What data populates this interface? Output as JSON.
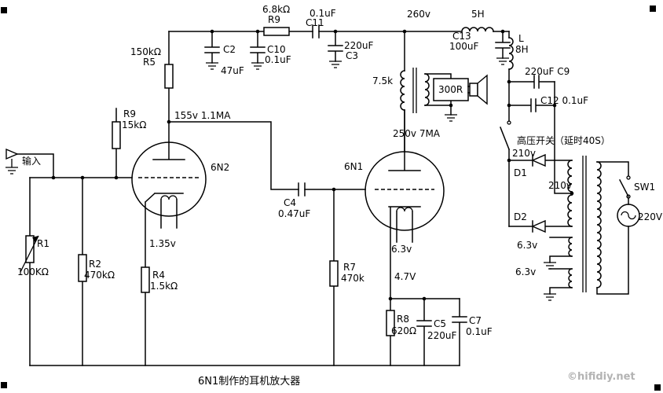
{
  "title": "6N1制作的耳机放大器",
  "watermark": "©hifidiy.net",
  "colors": {
    "wire": "#000000",
    "background": "#ffffff",
    "watermark": "#b3b3b3"
  },
  "labels": {
    "input": "输入",
    "r9a_value": "6.8kΩ",
    "r9a_name": "R9",
    "c11_value": "0.1uF",
    "c11_name": "C11",
    "v260": "260v",
    "l5h": "5H",
    "r5_value": "150kΩ",
    "r5_name": "R5",
    "c2_name": "C2",
    "c2_value": "47uF",
    "c10_name": "C10",
    "c10_value": "0.1uF",
    "c3_value": "220uF",
    "c3_name": "C3",
    "c13_name": "C13",
    "c13_value": "100uF",
    "l8h_name": "L",
    "l8h_value": "8H",
    "c9": "220uF C9",
    "r_primary": "7.5k",
    "load": "300R",
    "c12": "C12 0.1uF",
    "r9b_name": "R9",
    "r9b_value": "15kΩ",
    "v155": "155v 1.1MA",
    "delay_switch": "高压开关（延时40S）",
    "v250": "250v 7MA",
    "v210a": "210v",
    "v210b": "210v",
    "tube1": "6N2",
    "tube2": "6N1",
    "d1": "D1",
    "d2": "D2",
    "sw1": "SW1",
    "v220": "220V",
    "c4_name": "C4",
    "c4_value": "0.47uF",
    "v135": "1.35v",
    "heater1": "6.3v",
    "r1_name": "R1",
    "r1_value": "100KΩ",
    "r2_name": "R2",
    "r2_value": "470kΩ",
    "r4_name": "R4",
    "r4_value": "1.5kΩ",
    "r7_name": "R7",
    "r7_value": "470k",
    "v47": "4.7V",
    "w63a": "6.3v",
    "w63b": "6.3v",
    "r8_name": "R8",
    "r8_value": "620Ω",
    "c5_name": "C5",
    "c5_value": "220uF",
    "c7_name": "C7",
    "c7_value": "0.1uF"
  }
}
